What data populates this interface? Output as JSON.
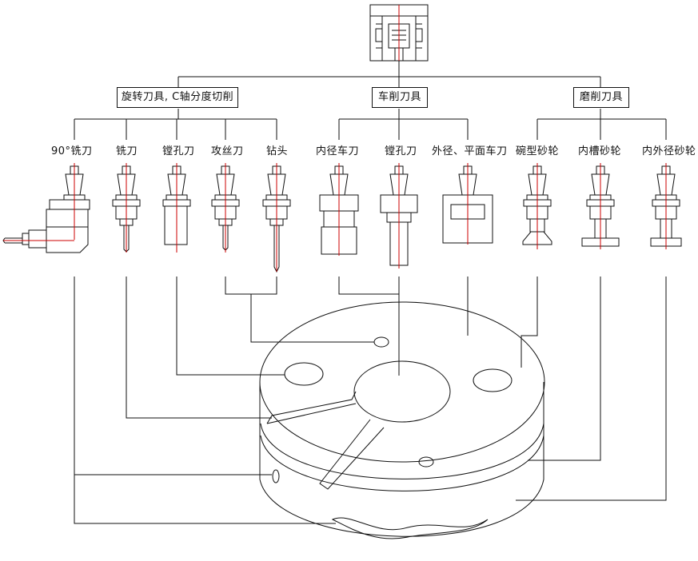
{
  "categories": [
    {
      "label": "旋转刀具, C轴分度切削"
    },
    {
      "label": "车削刀具"
    },
    {
      "label": "磨削刀具"
    }
  ],
  "tools": [
    {
      "label": "90°铣刀"
    },
    {
      "label": "铣刀"
    },
    {
      "label": "镗孔刀"
    },
    {
      "label": "攻丝刀"
    },
    {
      "label": "钻头"
    },
    {
      "label": "内径车刀"
    },
    {
      "label": "镗孔刀"
    },
    {
      "label": "外径、平面车刀"
    },
    {
      "label": "碗型砂轮"
    },
    {
      "label": "内槽砂轮"
    },
    {
      "label": "内外径砂轮"
    }
  ],
  "colors": {
    "line": "#111111",
    "axis": "#cc0000"
  }
}
